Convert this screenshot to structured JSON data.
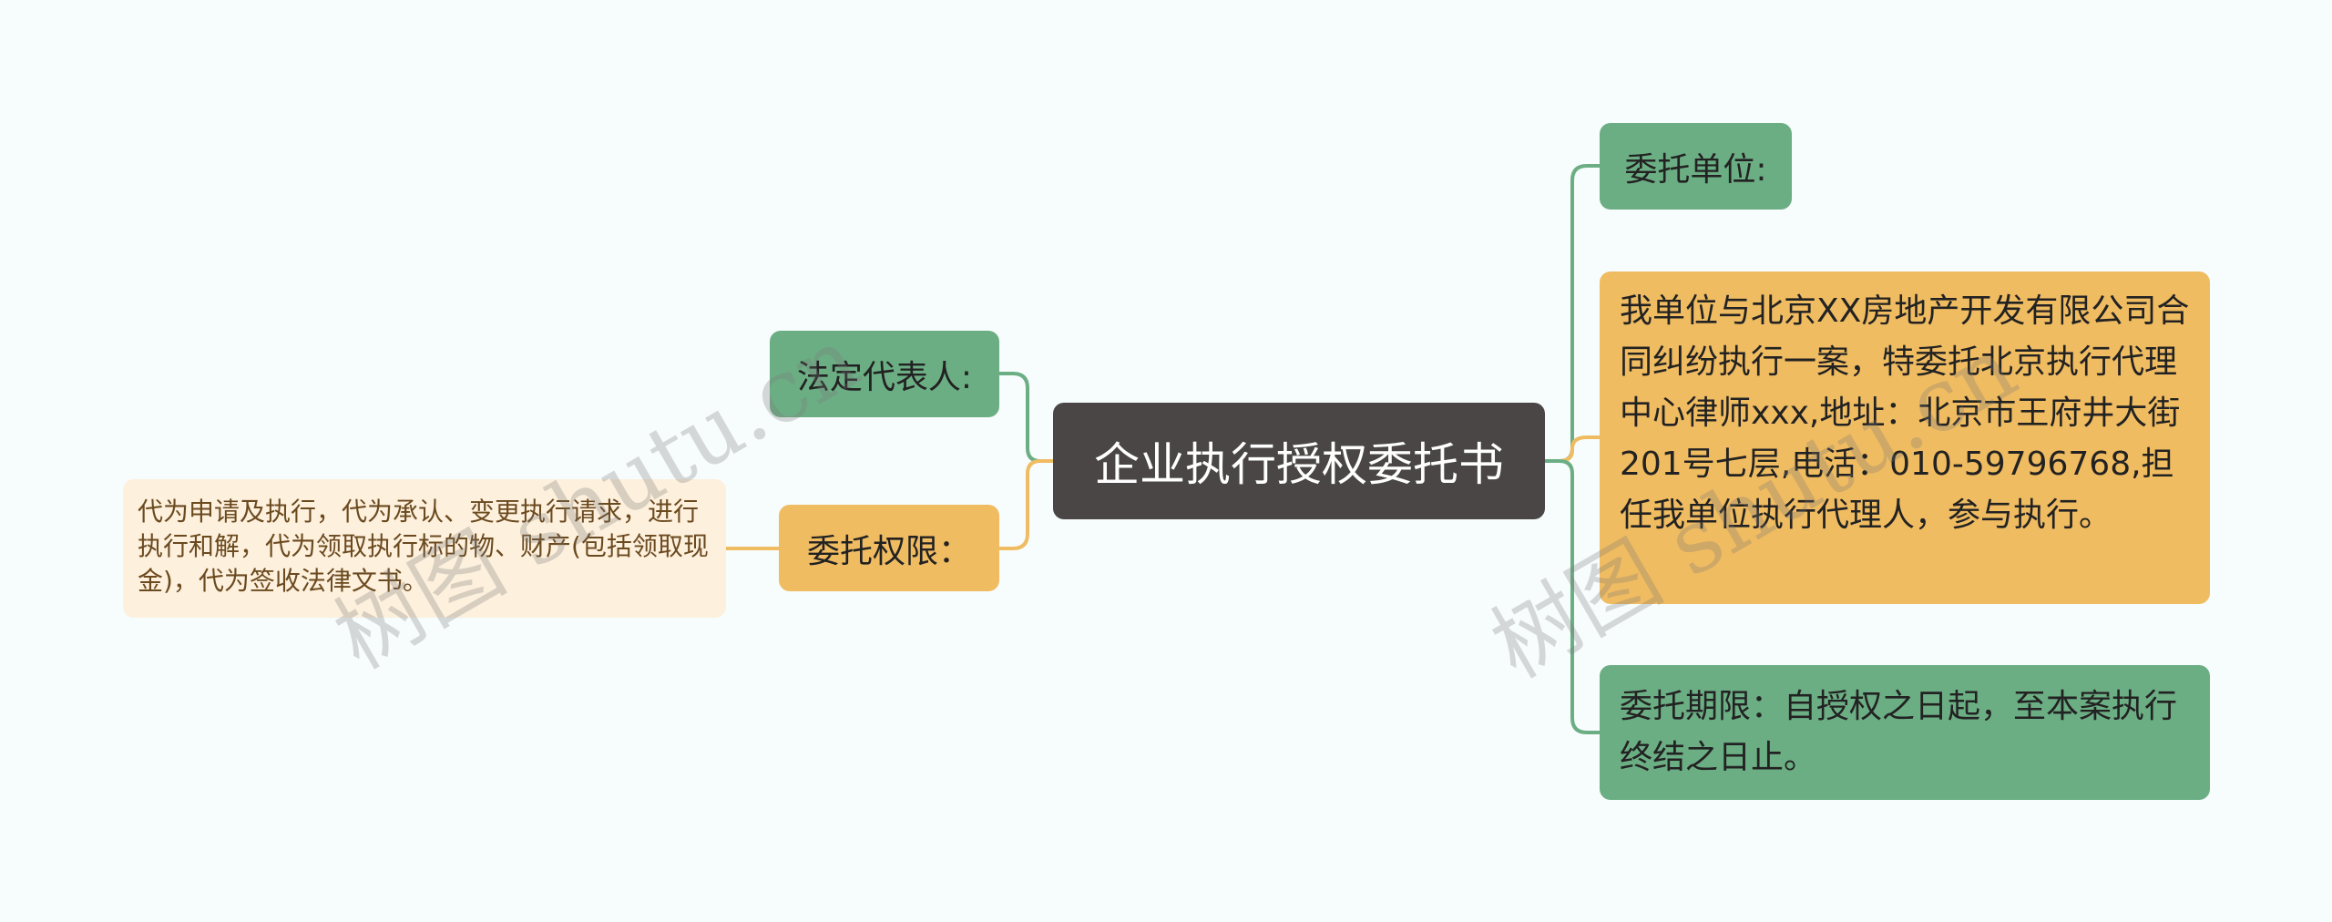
{
  "center": {
    "title": "企业执行授权委托书"
  },
  "left": {
    "legal_rep": "法定代表人:",
    "scope": "委托权限：",
    "scope_detail": "代为申请及执行，代为承认、变更执行请求，进行执行和解，代为领取执行标的物、财产(包括领取现金)，代为签收法律文书。"
  },
  "right": {
    "unit": "委托单位:",
    "description": "我单位与北京XX房地产开发有限公司合同纠纷执行一案，特委托北京执行代理中心律师xxx,地址：北京市王府井大街201号七层,电活：010-59796768,担任我单位执行代理人，参与执行。",
    "period": "委托期限：自授权之日起，至本案执行终结之日止。"
  },
  "watermark": {
    "text": "树图 shutu.cn"
  },
  "colors": {
    "center": "#4a4646",
    "green": "#6cae84",
    "orange": "#f0bc62",
    "pale": "#fdf0dd",
    "background": "#f7fcfc"
  }
}
